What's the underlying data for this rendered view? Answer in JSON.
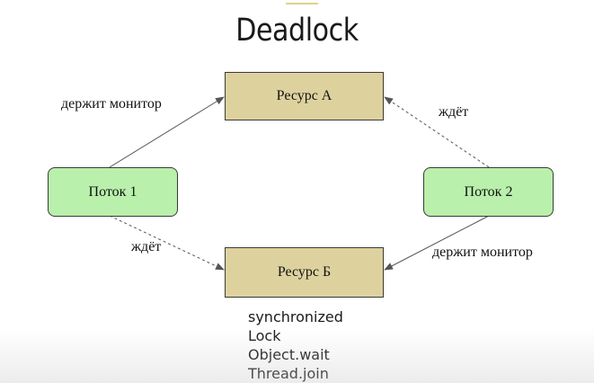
{
  "title": "Deadlock",
  "colors": {
    "resource_fill": "#ddd29e",
    "thread_fill": "#b8f0ac",
    "accent": "#e2d08a",
    "arrow": "#555555"
  },
  "nodes": {
    "resource_a": "Ресурс А",
    "resource_b": "Ресурс Б",
    "thread_1": "Поток 1",
    "thread_2": "Поток 2"
  },
  "edges": [
    {
      "from": "thread_1",
      "to": "resource_a",
      "label": "держит монитор",
      "style": "solid"
    },
    {
      "from": "thread_1",
      "to": "resource_b",
      "label": "ждёт",
      "style": "dashed"
    },
    {
      "from": "thread_2",
      "to": "resource_a",
      "label": "ждёт",
      "style": "dashed"
    },
    {
      "from": "thread_2",
      "to": "resource_b",
      "label": "держит монитор",
      "style": "solid"
    }
  ],
  "mechanisms": [
    "synchronized",
    "Lock",
    "Object.wait",
    "Thread.join"
  ]
}
